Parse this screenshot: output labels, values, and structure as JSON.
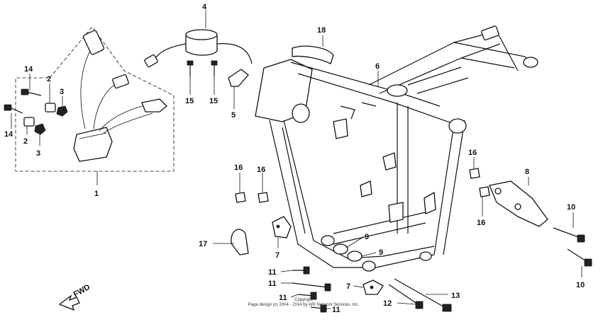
{
  "callouts": {
    "c1": "1",
    "c2a": "2",
    "c2b": "2",
    "c3a": "3",
    "c3b": "3",
    "c4": "4",
    "c5": "5",
    "c6": "6",
    "c7a": "7",
    "c7b": "7",
    "c8": "8",
    "c9a": "9",
    "c9b": "9",
    "c10a": "10",
    "c10b": "10",
    "c11a": "11",
    "c11b": "11",
    "c11c": "11",
    "c11d": "11",
    "c12": "12",
    "c13": "13",
    "c14a": "14",
    "c14b": "14",
    "c15a": "15",
    "c15b": "15",
    "c16a": "16",
    "c16b": "16",
    "c16c": "16",
    "c16d": "16",
    "c17": "17",
    "c18": "18"
  },
  "fwd_label": "FWD",
  "copyright": {
    "line1": "Copyright",
    "line2": "Page design (c) 2004 - 2014 by ARI Network Services, Inc."
  }
}
